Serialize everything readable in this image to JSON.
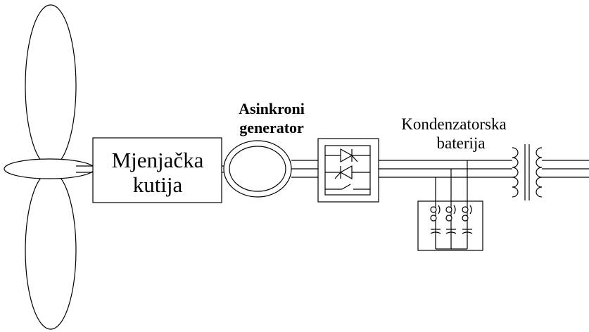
{
  "labels": {
    "gearbox_line1": "Mjenjačka",
    "gearbox_line2": "kutija",
    "generator_line1": "Asinkroni",
    "generator_line2": "generator",
    "capacitor_line1": "Kondenzatorska",
    "capacitor_line2": "baterija"
  },
  "icons": {
    "rotor": "three-blade-rotor-icon",
    "generator": "induction-generator-icon",
    "softstarter": "thyristor-soft-starter-icon",
    "capacitors": "switched-capacitor-bank-icon",
    "transformer": "transformer-icon"
  }
}
